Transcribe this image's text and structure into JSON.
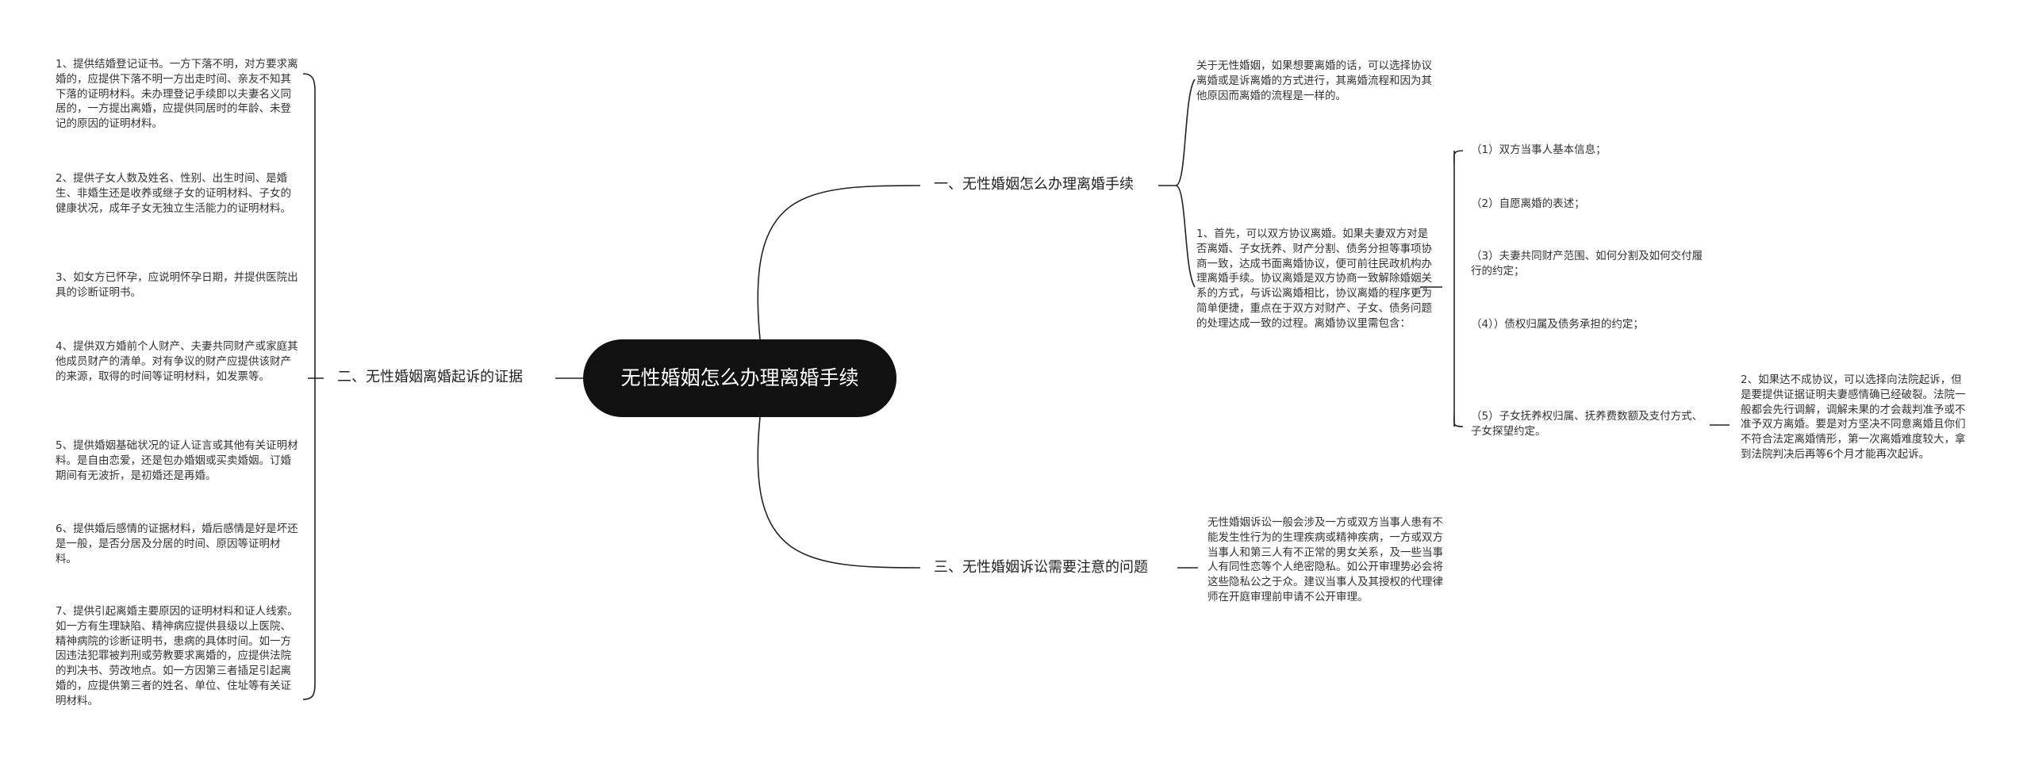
{
  "root": {
    "title": "无性婚姻怎么办理离婚手续"
  },
  "branches": {
    "b1": "一、无性婚姻怎么办理离婚手续",
    "b2": "二、无性婚姻离婚起诉的证据",
    "b3": "三、无性婚姻诉讼需要注意的问题"
  },
  "nodes": {
    "intro": "关于无性婚姻，如果想要离婚的话，可以选择协议离婚或是诉离婚的方式进行，其离婚流程和因为其他原因而离婚的流程是一样的。",
    "agreement": "1、首先，可以双方协议离婚。如果夫妻双方对是否离婚、子女抚养、财产分割、债务分担等事项协商一致，达成书面离婚协议，便可前往民政机构办理离婚手续。协议离婚是双方协商一致解除婚姻关系的方式，与诉讼离婚相比，协议离婚的程序更为简单便捷，重点在于双方对财产、子女、债务问题的处理达成一致的过程。离婚协议里需包含：",
    "items": [
      "（1）双方当事人基本信息；",
      "（2）自愿离婚的表述；",
      "（3）夫妻共同财产范围、如何分割及如何交付履行的约定；",
      "（4））债权归属及债务承担的约定；",
      "（5）子女抚养权归属、抚养费数额及支付方式、子女探望约定。"
    ],
    "lawsuit": "2、如果达不成协议，可以选择向法院起诉，但是要提供证据证明夫妻感情确已经破裂。法院一般都会先行调解，调解未果的才会裁判准予或不准予双方离婚。要是对方坚决不同意离婚且你们不符合法定离婚情形，第一次离婚难度较大，拿到法院判决后再等6个月才能再次起诉。",
    "privacy": "无性婚姻诉讼一般会涉及一方或双方当事人患有不能发生性行为的生理疾病或精神疾病，一方或双方当事人和第三人有不正常的男女关系，及一些当事人有同性恋等个人绝密隐私。如公开审理势必会将这些隐私公之于众。建议当事人及其授权的代理律师在开庭审理前申请不公开审理。",
    "evidence": [
      "1、提供结婚登记证书。一方下落不明，对方要求离婚的，应提供下落不明一方出走时间、亲友不知其下落的证明材料。未办理登记手续即以夫妻名义同居的，一方提出离婚，应提供同居时的年龄、未登记的原因的证明材料。",
      "2、提供子女人数及姓名、性别、出生时间、是婚生、非婚生还是收养或继子女的证明材料、子女的健康状况，成年子女无独立生活能力的证明材料。",
      "3、如女方已怀孕，应说明怀孕日期，并提供医院出具的诊断证明书。",
      "4、提供双方婚前个人财产、夫妻共同财产或家庭其他成员财产的清单。对有争议的财产应提供该财产的来源，取得的时间等证明材料，如发票等。",
      "5、提供婚姻基础状况的证人证言或其他有关证明材料。是自由恋爱，还是包办婚姻或买卖婚姻。订婚期间有无波折，是初婚还是再婚。",
      "6、提供婚后感情的证据材料，婚后感情是好是坏还是一般，是否分居及分居的时间、原因等证明材料。",
      "7、提供引起离婚主要原因的证明材料和证人线索。如一方有生理缺陷、精神病应提供县级以上医院、精神病院的诊断证明书，患病的具体时间。如一方因违法犯罪被判刑或劳教要求离婚的，应提供法院的判决书、劳改地点。如一方因第三者插足引起离婚的，应提供第三者的姓名、单位、住址等有关证明材料。"
    ]
  }
}
